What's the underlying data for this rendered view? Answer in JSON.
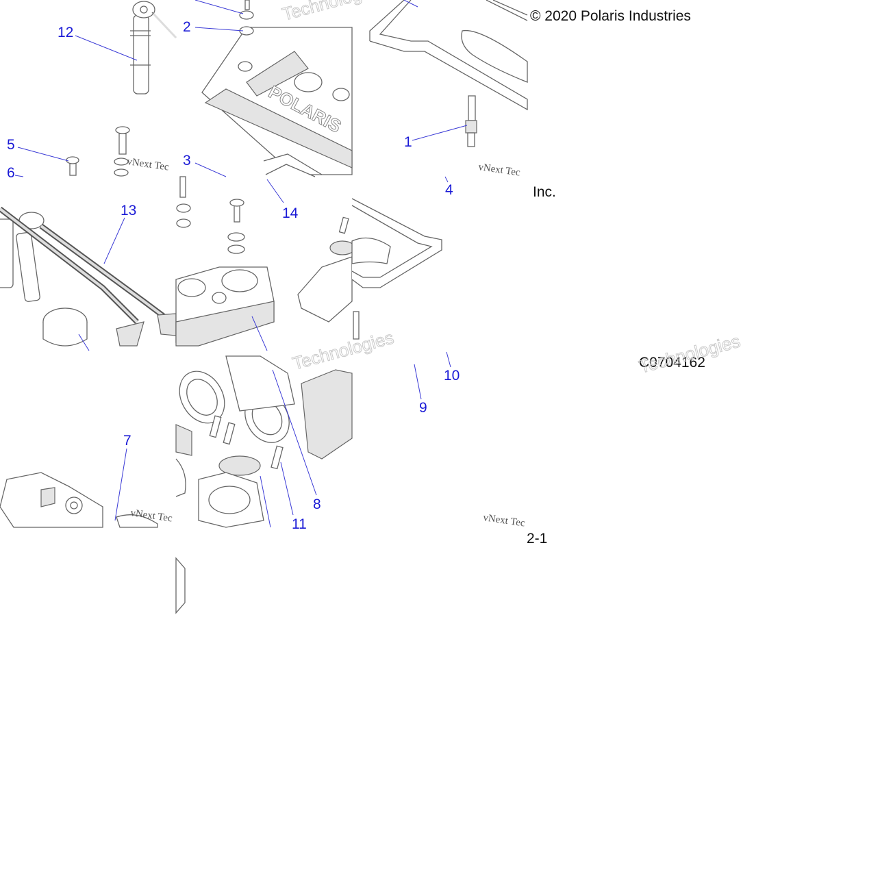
{
  "copyright": {
    "line1": "© 2020 Polaris Industries",
    "line2": "Inc."
  },
  "figure_code": "C0704162",
  "page_ref": "2-1",
  "watermark": {
    "line1": "vNext Tec",
    "line2": "Technologies"
  },
  "colors": {
    "callout": "#1a1ad6",
    "leader": "#3b3bd6",
    "line_art": "#666666",
    "shade": "#e4e4e4"
  },
  "callouts": [
    {
      "id": "c12",
      "label": "12"
    },
    {
      "id": "c2",
      "label": "2"
    },
    {
      "id": "c1",
      "label": "1"
    },
    {
      "id": "c5",
      "label": "5"
    },
    {
      "id": "c6",
      "label": "6"
    },
    {
      "id": "c3",
      "label": "3"
    },
    {
      "id": "c14",
      "label": "14"
    },
    {
      "id": "c4",
      "label": "4"
    },
    {
      "id": "c13",
      "label": "13"
    },
    {
      "id": "c10",
      "label": "10"
    },
    {
      "id": "c9",
      "label": "9"
    },
    {
      "id": "c7",
      "label": "7"
    },
    {
      "id": "c8",
      "label": "8"
    },
    {
      "id": "c11",
      "label": "11"
    }
  ]
}
